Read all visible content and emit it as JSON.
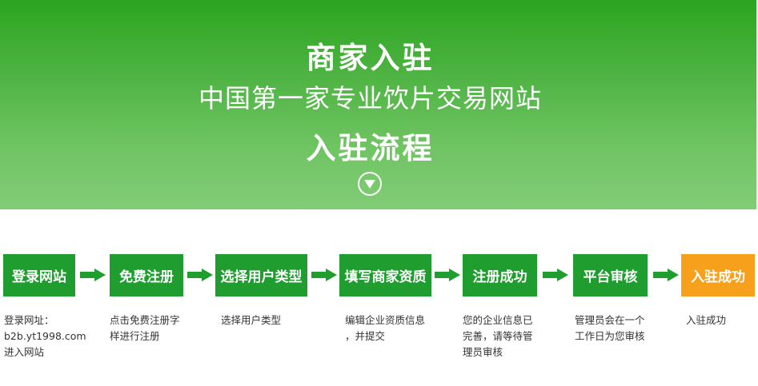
{
  "banner": {
    "title": "商家入驻",
    "subtitle": "中国第一家专业饮片交易网站",
    "process_title": "入驻流程"
  },
  "steps": [
    {
      "label": "登录网站",
      "desc": [
        "登录网址：",
        "b2b.yt1998.com",
        "进入网站"
      ]
    },
    {
      "label": "免费注册",
      "desc": [
        "点击免费注册字",
        "样进行注册"
      ]
    },
    {
      "label": "选择用户类型",
      "desc": [
        "选择用户类型"
      ]
    },
    {
      "label": "填写商家资质",
      "desc": [
        "编辑企业资质信息",
        "，并提交"
      ]
    },
    {
      "label": "注册成功",
      "desc": [
        "您的企业信息已",
        "完善，请等待管",
        "理员审核"
      ]
    },
    {
      "label": "平台审核",
      "desc": [
        "管理员会在一个",
        "工作日为您审核"
      ]
    },
    {
      "label": "入驻成功",
      "desc": [
        "入驻成功"
      ]
    }
  ],
  "colors": {
    "step_green": "#1f9d2f",
    "step_orange": "#f7a01c",
    "banner_top": "#2ba51f",
    "banner_bottom": "#82cc77"
  },
  "icons": {
    "scroll_down": "chevron-down-circle-icon",
    "step_arrow": "arrow-right-icon"
  }
}
